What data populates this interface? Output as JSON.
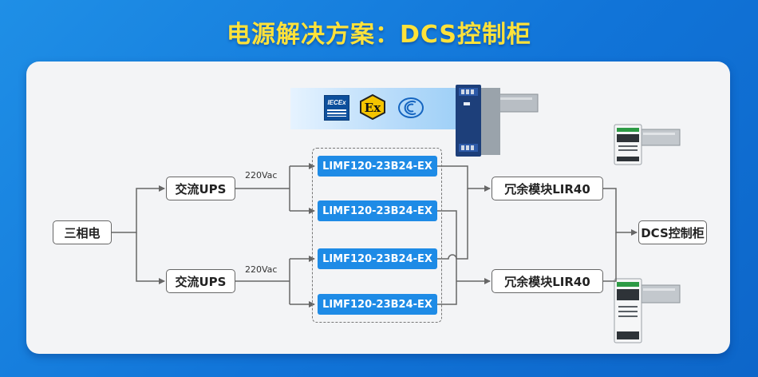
{
  "title": "电源解决方案：DCS控制柜",
  "nodes": {
    "source": "三相电",
    "ups_top": "交流UPS",
    "ups_bottom": "交流UPS",
    "vac_top": "220Vac",
    "vac_bottom": "220Vac",
    "psu_1": "LIMF120-23B24-EX",
    "psu_2": "LIMF120-23B24-EX",
    "psu_3": "LIMF120-23B24-EX",
    "psu_4": "LIMF120-23B24-EX",
    "redundancy_top": "冗余模块LIR40",
    "redundancy_bottom": "冗余模块LIR40",
    "target": "DCS控制柜"
  },
  "certifications": {
    "iecex": "IECEx",
    "ex": "Ex"
  },
  "colors": {
    "background": "#1174d8",
    "title": "#ffe23a",
    "psu_box": "#1e8be6",
    "line": "#666666"
  },
  "icons": [
    "iecex-logo",
    "ex-logo",
    "ccc-logo",
    "power-supply-image",
    "redundancy-module-image"
  ]
}
